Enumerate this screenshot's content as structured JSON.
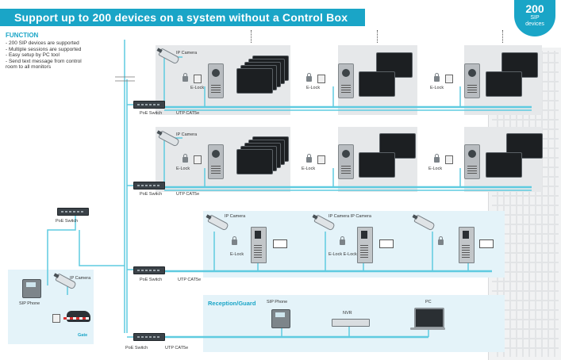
{
  "banner": {
    "title": "Support up to 200 devices on a system without a Control Box"
  },
  "badge": {
    "number": "200",
    "line1": "SIP",
    "line2": "devices"
  },
  "function": {
    "title": "FUNCTION",
    "items": [
      "- 200 SIP devices are supported",
      "- Multiple sessions are supported",
      "- Easy setup by PC tool",
      "- Send text message from control",
      "  room to all monitors"
    ]
  },
  "floor1": {
    "ip_camera": "IP Camera",
    "switch": "PoE Switch",
    "cable": "UTP CAT5e",
    "locks": [
      "E-Lock",
      "E-Lock",
      "E-Lock"
    ]
  },
  "floor2": {
    "ip_camera": "IP Camera",
    "switch": "PoE Switch",
    "cable": "UTP CAT5e",
    "locks": [
      "E-Lock",
      "E-Lock",
      "E-Lock"
    ]
  },
  "lobby": {
    "cam1": "IP Camera",
    "cam2": "IP Camera IP Camera",
    "locks": [
      "E-Lock",
      "E-Lock E-Lock"
    ],
    "switch": "PoE Switch",
    "cable": "UTP CAT5e"
  },
  "left": {
    "switch": "PoE Switch",
    "camera": "IP Camera",
    "phone": "SIP Phone",
    "gate": "Gate"
  },
  "reception": {
    "title": "Reception/Guard",
    "phone": "SIP Phone",
    "nvr": "NVR",
    "pc": "PC",
    "switch": "PoE Switch",
    "cable": "UTP CAT5e"
  },
  "colors": {
    "accent": "#1aa5c7",
    "cable": "#5fcbe0",
    "panel": "#e6e8ea",
    "zone": "#e4f3f9"
  }
}
